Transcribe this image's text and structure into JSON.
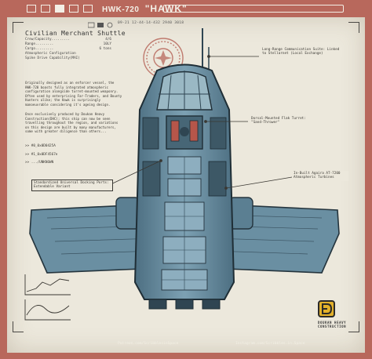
{
  "header": {
    "model": "HWK-720",
    "name": "\"HAWK\"",
    "meta": "09-21 12-44-14-432   2940   3018"
  },
  "ship": {
    "title": "Civilian Merchant Shuttle",
    "specs": [
      {
        "label": "Crew/Capacity",
        "value": "4/6"
      },
      {
        "label": "Range",
        "value": "10LY"
      },
      {
        "label": "Cargo",
        "value": "6 tons"
      },
      {
        "label": "Atmospheric Configuration",
        "value": ""
      },
      {
        "label": "Spike Drive Capability(MAI)",
        "value": ""
      }
    ],
    "description": "Originally designed as an enforcer vessel, the HWK-720 boasts fully integrated atmospheric configuration alongside turret-mounted weaponry. Often used by enterprising Far-Traders, and Bounty Hunters alike; the Hawk is surprisingly manoeuvrable considering it's ageing design.",
    "history": "Once exclusively produced by Doukan Heavy Construction(DHC); this ship can now be seen travelling throughout the region, and variations on this design are built by many manufacturers, some with greater diligence than others...",
    "codes": [
      ">> #0_0x0D0425A",
      ">> #1_0x0DF4567e",
      ">> .../UNKNOWN"
    ]
  },
  "callouts": {
    "comms": "Long-Range Communication Suite: Linked to Stellarnet (Local Exchange)",
    "turret": "Dorsal-Mounted Flak Turret: \"Sand-Thrower\"",
    "turbines": "In-Built Agaira AT-7200 Atmospheric Turbines",
    "docking": "Standardized Universal Docking Ports: Extendable Variant"
  },
  "brand": {
    "name": "DOUKAN HEAVY CONSTRUCTION"
  },
  "footer": {
    "patreon": "Patreon.com/ScribblesinSpace",
    "instagram": "Instagram.com/Scribbles.in.Space"
  },
  "colors": {
    "frame": "#b8685c",
    "paper": "#ece8dc",
    "hull": "#5b7f92",
    "hull_light": "#7c9fb0",
    "hull_dark": "#2f4552",
    "accent": "#e3b12b",
    "seal": "#b8685c"
  }
}
